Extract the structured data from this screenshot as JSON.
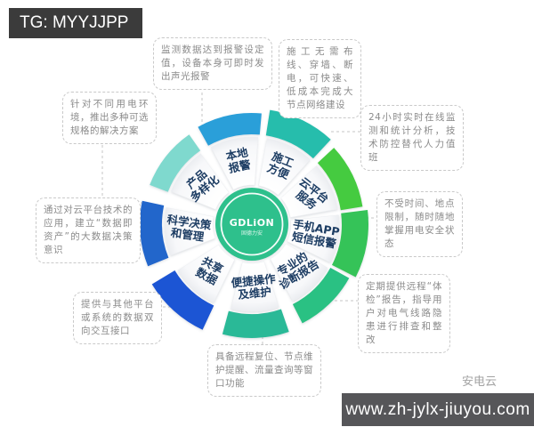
{
  "page": {
    "background": "#ffffff"
  },
  "tag": {
    "label": "TG: MYYJJPP"
  },
  "wheel": {
    "center_logo": {
      "name": "GDLiON",
      "sub": "固德力安",
      "circle_color": "#2EC08C"
    },
    "label_color": "#1E3C64",
    "segments": [
      {
        "label": "本地报警",
        "lines": [
          "本地",
          "报警"
        ],
        "ring_color": "#2B9FD9"
      },
      {
        "label": "施工方便",
        "lines": [
          "施工",
          "方便"
        ],
        "ring_color": "#27BDAC"
      },
      {
        "label": "云平台服务",
        "lines": [
          "云平台",
          "服务"
        ],
        "ring_color": "#45CB3F"
      },
      {
        "label": "手机APP短信报警",
        "lines": [
          "手机APP",
          "短信报警"
        ],
        "ring_color": "#35C359"
      },
      {
        "label": "专业的诊断报告",
        "lines": [
          "专业的",
          "诊断报告"
        ],
        "ring_color": "#2BC183"
      },
      {
        "label": "便捷操作及维护",
        "lines": [
          "便捷操作",
          "及维护"
        ],
        "ring_color": "#2BB997"
      },
      {
        "label": "共享数据",
        "lines": [
          "共享",
          "数据"
        ],
        "ring_color": "#1C55D4"
      },
      {
        "label": "科学决策和管理",
        "lines": [
          "科学决策",
          "和管理"
        ],
        "ring_color": "#2166CB"
      },
      {
        "label": "产品多样化",
        "lines": [
          "产品",
          "多样化"
        ],
        "ring_color": "#7FD9CE"
      }
    ]
  },
  "callouts": [
    {
      "text": "监测数据达到报警设定值，设备本身可即时发出声光报警"
    },
    {
      "text": "施工无需布线、穿墙、断电，可快速、低成本完成大节点网络建设"
    },
    {
      "text": "针对不同用电环境，推出多种可选规格的解决方案"
    },
    {
      "text": "24小时实时在线监测和统计分析，技术防控替代人力值班"
    },
    {
      "text": "通过对云平台技术的应用，建立“数据即资产”的大数据决策意识"
    },
    {
      "text": "不受时间、地点限制，随时随地掌握用电安全状态"
    },
    {
      "text": "提供与其他平台或系统的数据双向交互接口"
    },
    {
      "text": "定期提供远程“体检”报告，指导用户对电气线路隐患进行排查和整改"
    },
    {
      "text": "具备远程复位、节点维护提醒、流量查询等窗口功能"
    }
  ],
  "watermark": {
    "label": "安电云"
  },
  "footer": {
    "url": "www.zh-jylx-jiuyou.com"
  }
}
